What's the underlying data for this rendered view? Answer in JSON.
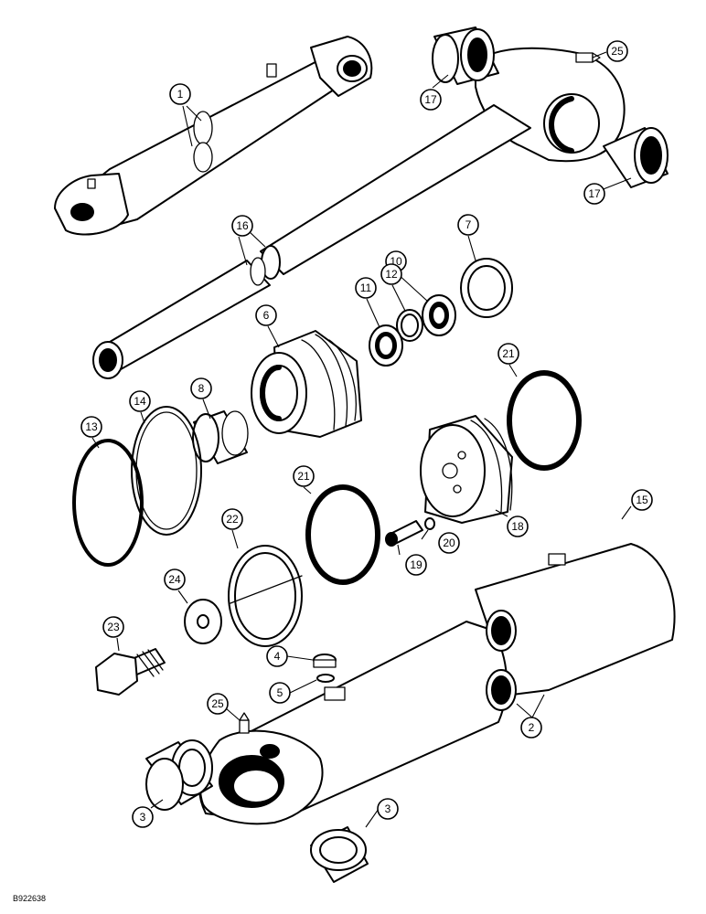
{
  "drawing_code": "B922638",
  "callouts": [
    {
      "id": "c1",
      "label": "1"
    },
    {
      "id": "c2",
      "label": "2"
    },
    {
      "id": "c3a",
      "label": "3"
    },
    {
      "id": "c3b",
      "label": "3"
    },
    {
      "id": "c4",
      "label": "4"
    },
    {
      "id": "c5",
      "label": "5"
    },
    {
      "id": "c6",
      "label": "6"
    },
    {
      "id": "c7",
      "label": "7"
    },
    {
      "id": "c8",
      "label": "8"
    },
    {
      "id": "c10",
      "label": "10"
    },
    {
      "id": "c11",
      "label": "11"
    },
    {
      "id": "c12",
      "label": "12"
    },
    {
      "id": "c13",
      "label": "13"
    },
    {
      "id": "c14",
      "label": "14"
    },
    {
      "id": "c15",
      "label": "15"
    },
    {
      "id": "c16",
      "label": "16"
    },
    {
      "id": "c17a",
      "label": "17"
    },
    {
      "id": "c17b",
      "label": "17"
    },
    {
      "id": "c18",
      "label": "18"
    },
    {
      "id": "c19",
      "label": "19"
    },
    {
      "id": "c20",
      "label": "20"
    },
    {
      "id": "c21a",
      "label": "21"
    },
    {
      "id": "c21b",
      "label": "21"
    },
    {
      "id": "c22",
      "label": "22"
    },
    {
      "id": "c23",
      "label": "23"
    },
    {
      "id": "c24",
      "label": "24"
    },
    {
      "id": "c25a",
      "label": "25"
    },
    {
      "id": "c25b",
      "label": "25"
    }
  ]
}
